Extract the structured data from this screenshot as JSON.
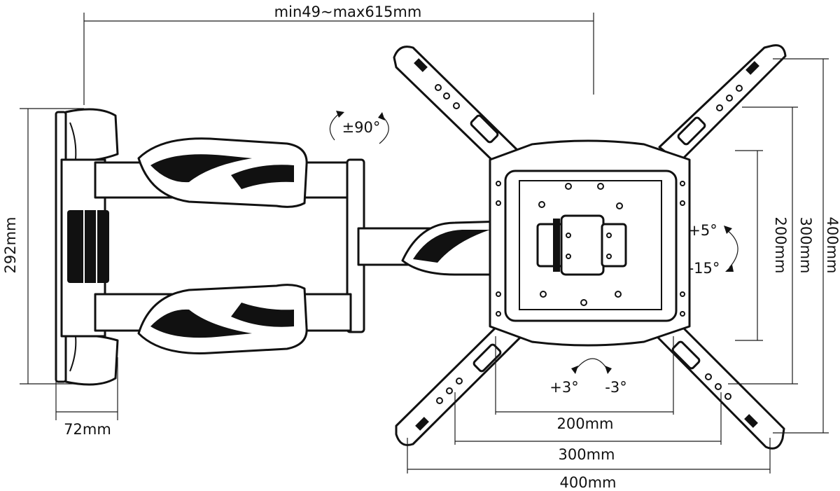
{
  "labels": {
    "extension": "min49~max615mm",
    "swivel": "±90°",
    "plate_height": "292mm",
    "depth": "72mm",
    "tilt_up": "+5°",
    "tilt_down": "-15°",
    "level_plus": "+3°",
    "level_minus": "-3°",
    "vesa_h_200": "200mm",
    "vesa_h_300": "300mm",
    "vesa_h_400": "400mm",
    "vesa_v_200": "200mm",
    "vesa_v_300": "300mm",
    "vesa_v_400": "400mm"
  }
}
